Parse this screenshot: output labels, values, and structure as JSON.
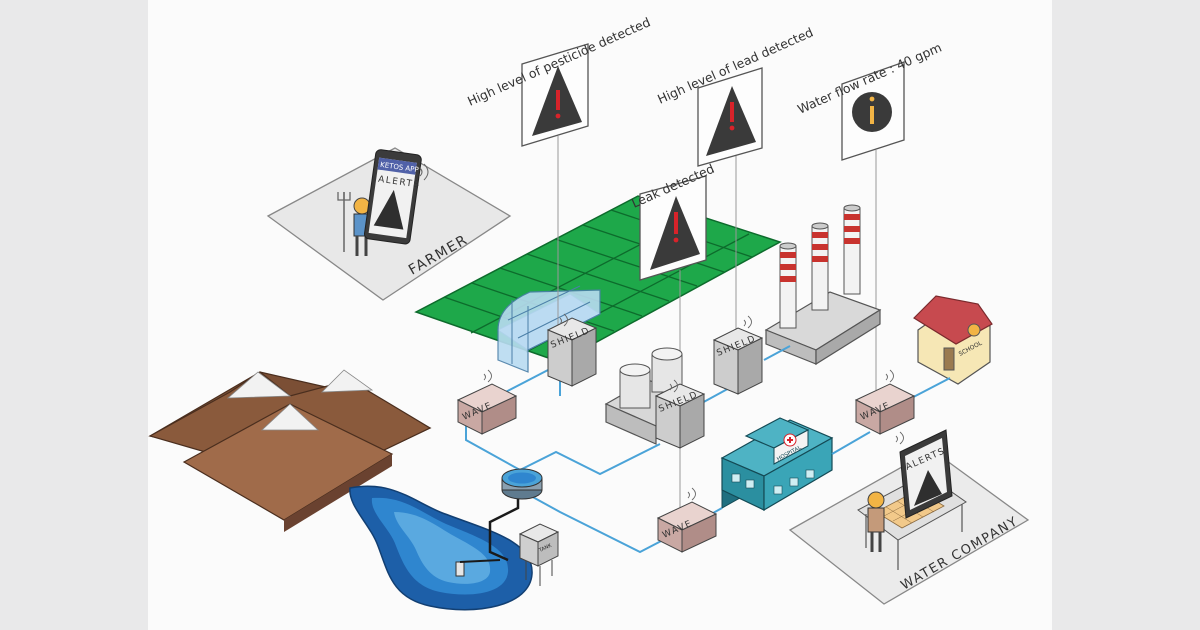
{
  "alerts": [
    {
      "text": "High level of pesticide detected",
      "icon": "warning-triangle-icon"
    },
    {
      "text": "High level of lead detected",
      "icon": "warning-triangle-icon"
    },
    {
      "text": "Leak detected",
      "icon": "warning-triangle-icon"
    },
    {
      "text": "Water flow rate : 40 gpm",
      "icon": "info-icon"
    }
  ],
  "labels": {
    "farmer": "FARMER",
    "water_company": "WATER COMPANY",
    "phone_app": "KETOS APP",
    "phone_alerts": "ALERTS",
    "monitor_alerts": "ALERTS",
    "tank": "TANK",
    "hospital": "HOSPITAL",
    "school": "SCHOOL"
  },
  "devices": {
    "wave": "WAVE",
    "shield": "SHIELD"
  },
  "colors": {
    "field_green": "#1ea84a",
    "pipe_blue": "#4aa3d8",
    "lake_blue": "#1d5fa8",
    "mountain_brown": "#8a5a3c",
    "alert_red": "#d8232a",
    "hospital_teal": "#2b8fa0",
    "chimney_red": "#c8332e",
    "school_roof": "#c74a4f"
  }
}
